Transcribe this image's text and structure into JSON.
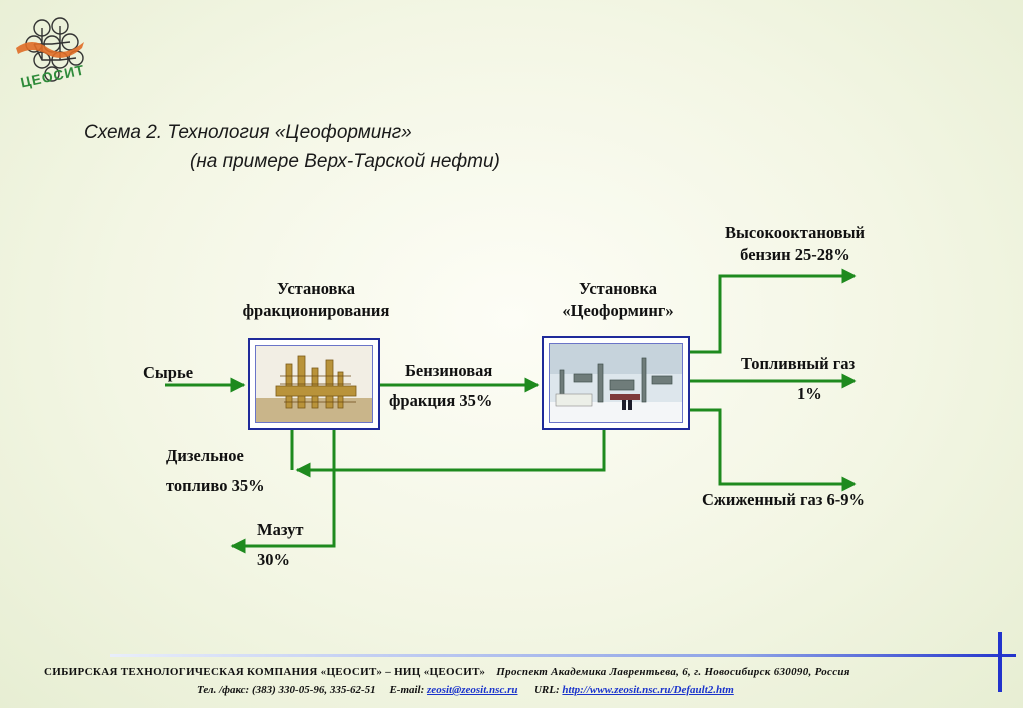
{
  "logo": {
    "text": "ЦЕОСИТ",
    "icon": "zeolite-cage-logo"
  },
  "title": {
    "line1": "Схема 2. Технология «Цеоформинг»",
    "line2": "(на примере Верх-Тарской нефти)"
  },
  "diagram": {
    "unit1": {
      "line1": "Установка",
      "line2": "фракционирования"
    },
    "unit2": {
      "line1": "Установка",
      "line2": "«Цеоформинг»"
    },
    "feed": "Сырье",
    "gasoline_fraction": {
      "line1": "Бензиновая",
      "line2": "фракция  35%"
    },
    "diesel": {
      "line1": "Дизельное",
      "line2": "топливо 35%"
    },
    "mazut": {
      "line1": "Мазут",
      "line2": "30%"
    },
    "high_octane": {
      "line1": "Высокооктановый",
      "line2": "бензин 25-28%"
    },
    "fuel_gas": {
      "line1": "Топливный газ",
      "line2": "1%"
    },
    "liquefied_gas": "Сжиженный газ 6-9%",
    "colors": {
      "arrow": "#1e8a1e",
      "unit_border": "#1f2a9a"
    }
  },
  "footer": {
    "company": "СИБИРСКАЯ  ТЕХНОЛОГИЧЕСКАЯ  КОМПАНИЯ  «ЦЕОСИТ»  –  НИЦ  «ЦЕОСИТ»",
    "address": "Проспект Академика  Лаврентьева, 6,  г. Новосибирск 630090,  Россия",
    "phone": "Тел. /факс: (383) 330-05-96,  335-62-51",
    "email_label": "E-mail:",
    "email": "zeosit@zeosit.nsc.ru",
    "url_label": "URL:",
    "url": "http://www.zeosit.nsc.ru/Default2.htm"
  }
}
